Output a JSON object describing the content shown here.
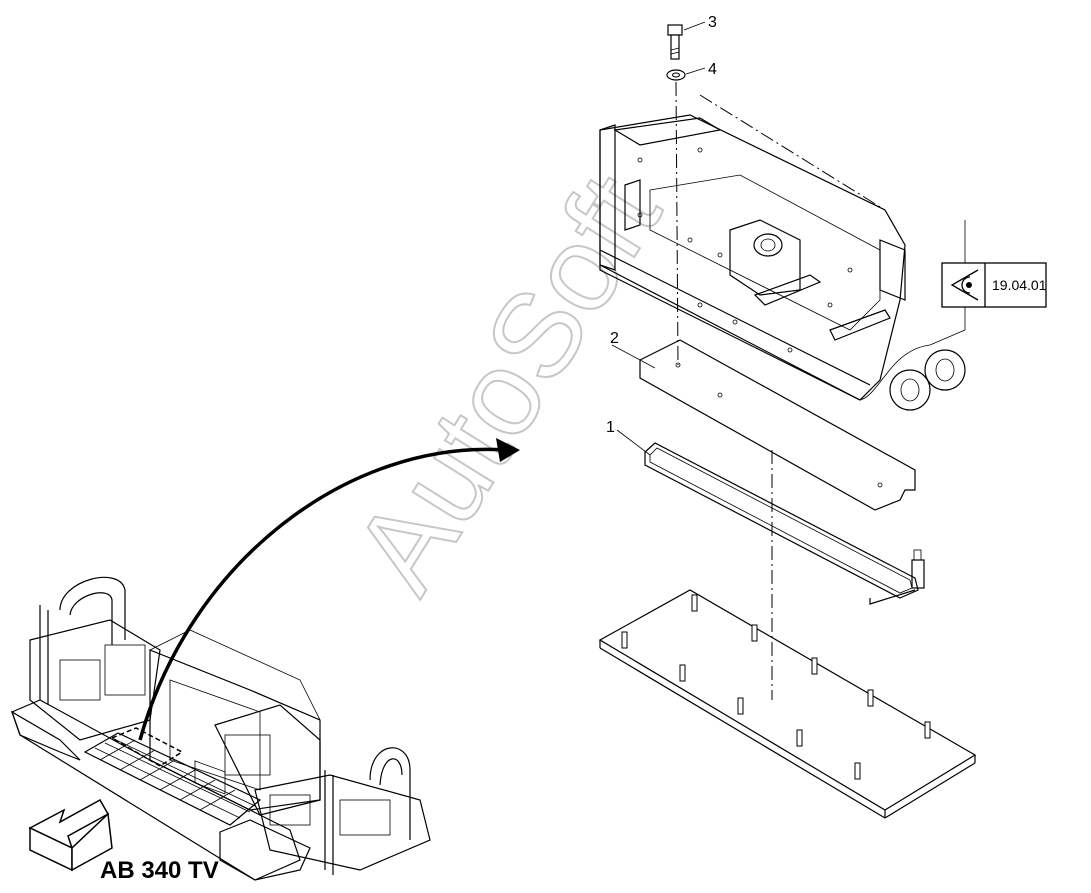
{
  "callouts": {
    "c1": "1",
    "c2": "2",
    "c3": "3",
    "c4": "4"
  },
  "reference_box": {
    "label": "19.04.01",
    "icon": "eye-icon"
  },
  "model_label": "AB 340 TV",
  "watermark": "AutoSoft"
}
